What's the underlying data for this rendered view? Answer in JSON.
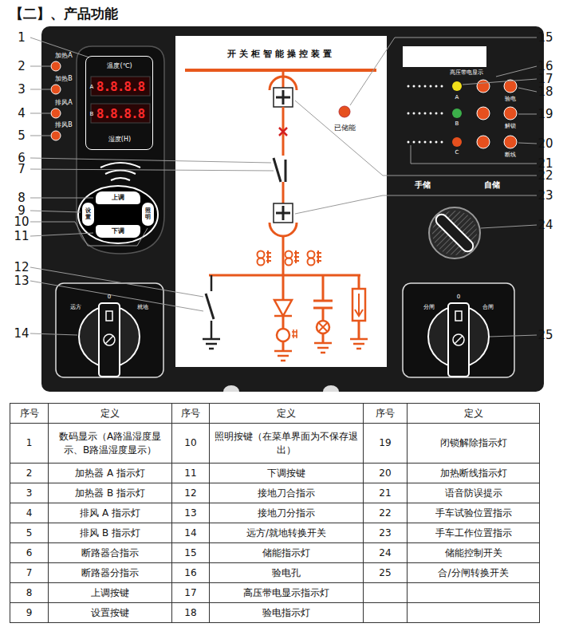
{
  "diagram": {
    "title": "【二】、产品功能",
    "nodes": [
      {
        "text": [
          "温度(℃)",
          "A",
          "8.8.8.8",
          "B",
          "8.8.8.8",
          "湿度(H)"
        ]
      },
      {
        "text": [
          "上调"
        ]
      },
      {
        "text": [
          "设置"
        ]
      },
      {
        "text": [
          "照明"
        ]
      },
      {
        "text": [
          "下调"
        ]
      },
      {
        "text": [
          "开关柜智能操控装置"
        ]
      }
    ],
    "labels": [
      "加热A",
      "加热B",
      "排风A",
      "排风B",
      "1",
      "2",
      "3",
      "4",
      "5",
      "6",
      "7",
      "8",
      "9",
      "10",
      "11",
      "12",
      "13",
      "14",
      "15",
      "16",
      "17",
      "18",
      "19",
      "20",
      "21",
      "22",
      "23",
      "24",
      "25",
      "已储能",
      "高压带电显示",
      "A",
      "B",
      "C",
      "验电",
      "解锁",
      "断线",
      "手储",
      "自储",
      "远方",
      "0",
      "就地",
      "分闸",
      "0",
      "合闸",
      "序号",
      "定义",
      "序号",
      "定义",
      "序号",
      "定义",
      "1",
      "数码显示（A路温湿度显示、B路温湿度显示）",
      "10",
      "照明按键（在菜单界面为不保存退出）",
      "19",
      "闭锁解除指示灯",
      "2",
      "加热器 A 指示灯",
      "11",
      "下调按键",
      "20",
      "加热断线指示灯",
      "3",
      "加热器 B 指示灯",
      "12",
      "接地刀合指示",
      "21",
      "语音防误提示",
      "4",
      "排风 A 指示灯",
      "13",
      "接地刀分指示",
      "22",
      "手车试验位置指示",
      "5",
      "排风 B 指示灯",
      "14",
      "远方/就地转换开关",
      "23",
      "手车工作位置指示",
      "6",
      "断路器合指示",
      "15",
      "储能指示灯",
      "24",
      "储能控制开关",
      "7",
      "断路器分指示",
      "16",
      "验电孔",
      "25",
      "合/分闸转换开关",
      "8",
      "上调按键",
      "17",
      "高压带电显示指示灯",
      "9",
      "设置按键",
      "18",
      "验电指示灯"
    ]
  }
}
